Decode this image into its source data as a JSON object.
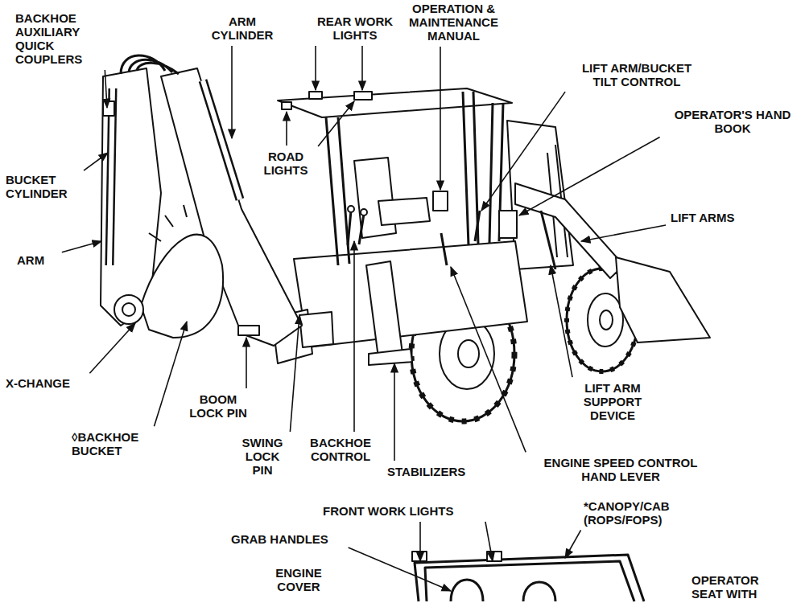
{
  "diagram": {
    "labels": [
      "BACKHOE AUXILIARY QUICK COUPLERS",
      "ARM CYLINDER",
      "REAR WORK LIGHTS",
      "OPERATION & MAINTENANCE MANUAL",
      "LIFT ARM/BUCKET TILT CONTROL",
      "OPERATOR'S HAND BOOK",
      "ROAD LIGHTS",
      "BUCKET CYLINDER",
      "LIFT ARMS",
      "ARM",
      "X-CHANGE",
      "BOOM LOCK PIN",
      "◊BACKHOE BUCKET",
      "SWING LOCK PIN",
      "BACKHOE CONTROL",
      "STABILIZERS",
      "ENGINE SPEED CONTROL HAND LEVER",
      "LIFT ARM SUPPORT DEVICE",
      "FRONT WORK LIGHTS",
      "*CANOPY/CAB (ROPS/FOPS)",
      "GRAB HANDLES",
      "ENGINE COVER",
      "OPERATOR SEAT WITH"
    ]
  }
}
